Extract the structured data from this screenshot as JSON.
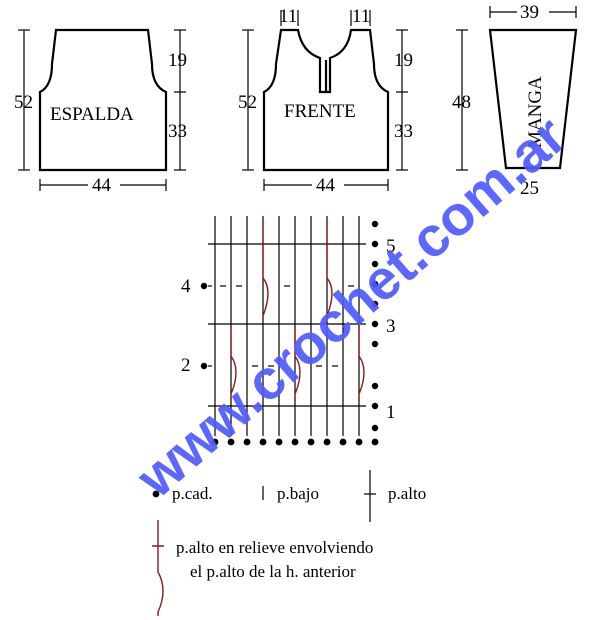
{
  "pieces": {
    "espalda": {
      "name": "ESPALDA",
      "height": "52",
      "armhole": "19",
      "body": "33",
      "width": "44"
    },
    "frente": {
      "name": "FRENTE",
      "height": "52",
      "armhole": "19",
      "body": "33",
      "width": "44",
      "shoulder_left": "11",
      "shoulder_right": "11"
    },
    "manga": {
      "name": "MANGA",
      "top_width": "39",
      "length": "48",
      "cuff": "25"
    }
  },
  "chart": {
    "row_labels": [
      "1",
      "2",
      "3",
      "4",
      "5"
    ]
  },
  "legend": {
    "cadena": "p.cad.",
    "bajo": "p.bajo",
    "alto": "p.alto",
    "relieve_line1": "p.alto en relieve envolviendo",
    "relieve_line2": "el p.alto de la h. anterior"
  },
  "watermark": "www.crochet.com.ar",
  "colors": {
    "ink": "#000000",
    "relief": "#8b1a1a",
    "watermark": "#4f5bff"
  }
}
